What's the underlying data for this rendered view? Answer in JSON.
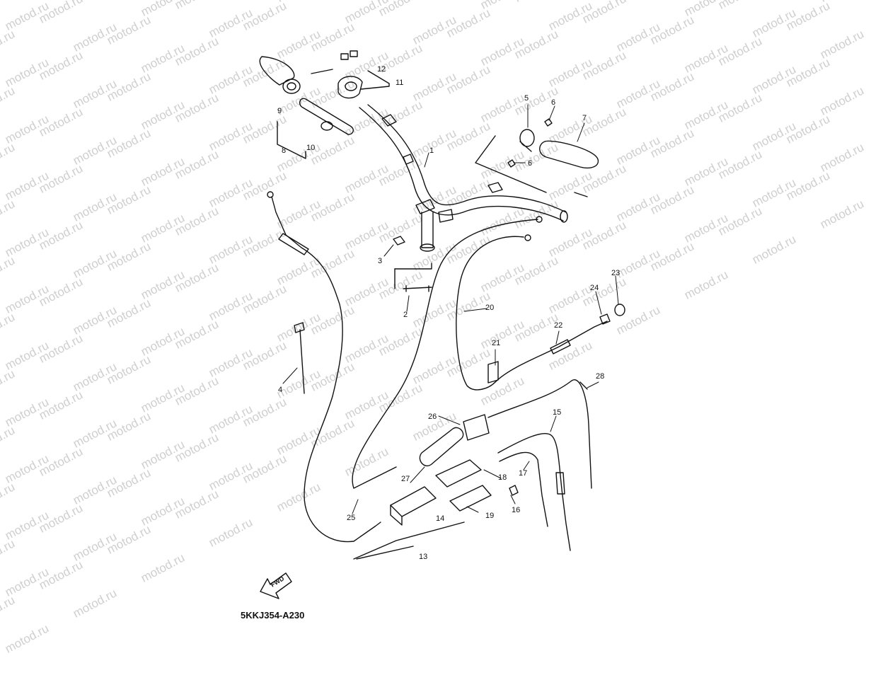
{
  "watermark": "motod.ru",
  "diagram_code": "5KKJ354-A230",
  "fwd_label": "FWD",
  "callouts": [
    "1",
    "2",
    "3",
    "4",
    "5",
    "6",
    "6",
    "7",
    "8",
    "9",
    "10",
    "11",
    "12",
    "13",
    "14",
    "15",
    "16",
    "17",
    "18",
    "19",
    "20",
    "21",
    "22",
    "23",
    "24",
    "25",
    "26",
    "27",
    "28"
  ],
  "colors": {
    "line": "#111111",
    "watermark": "#cfcfcf",
    "background": "#ffffff"
  }
}
